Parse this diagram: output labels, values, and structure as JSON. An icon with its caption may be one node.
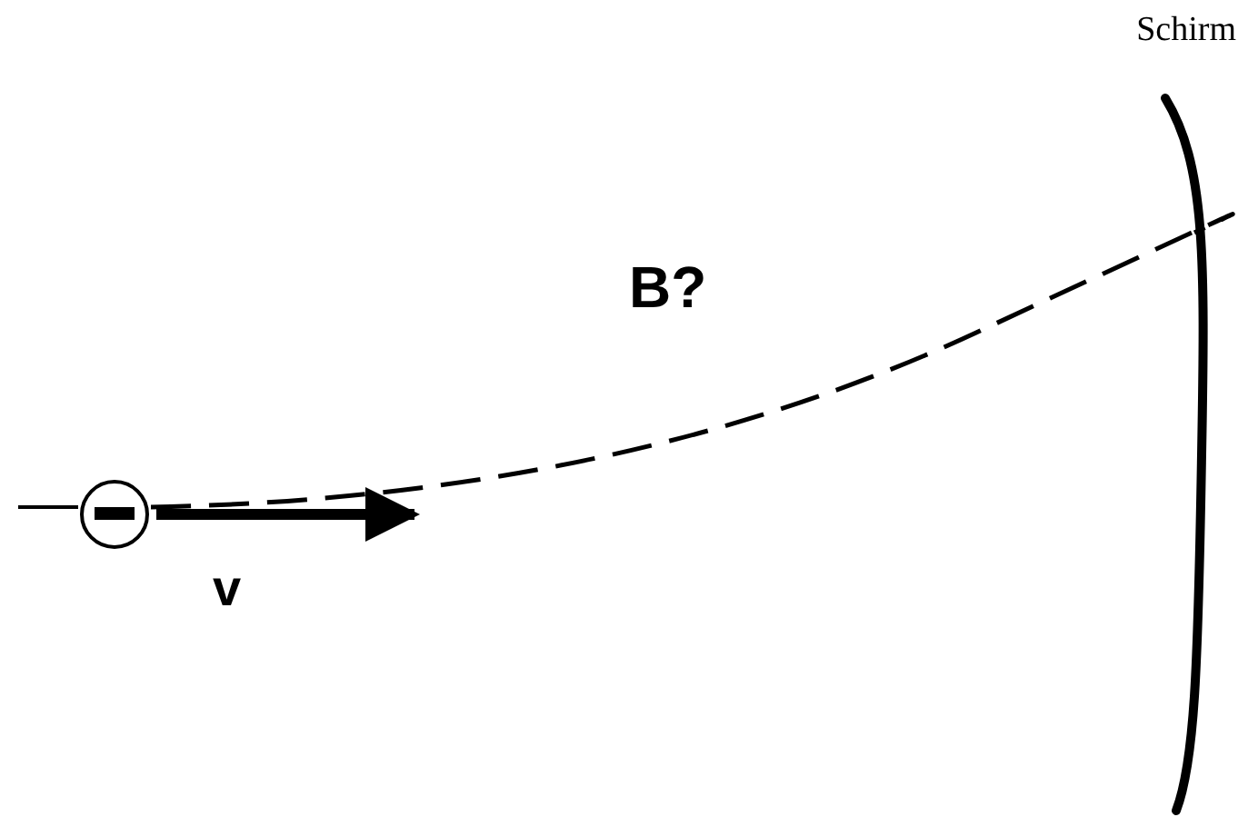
{
  "diagram": {
    "nodes": [
      {
        "text": [],
        "shape": "circle"
      },
      {
        "text": [
          "Schirm"
        ]
      }
    ],
    "edges": [
      {
        "from": 0,
        "to": 1,
        "arrow": "none",
        "style": "dashed"
      }
    ],
    "labels": [
      "B?",
      "v"
    ]
  }
}
